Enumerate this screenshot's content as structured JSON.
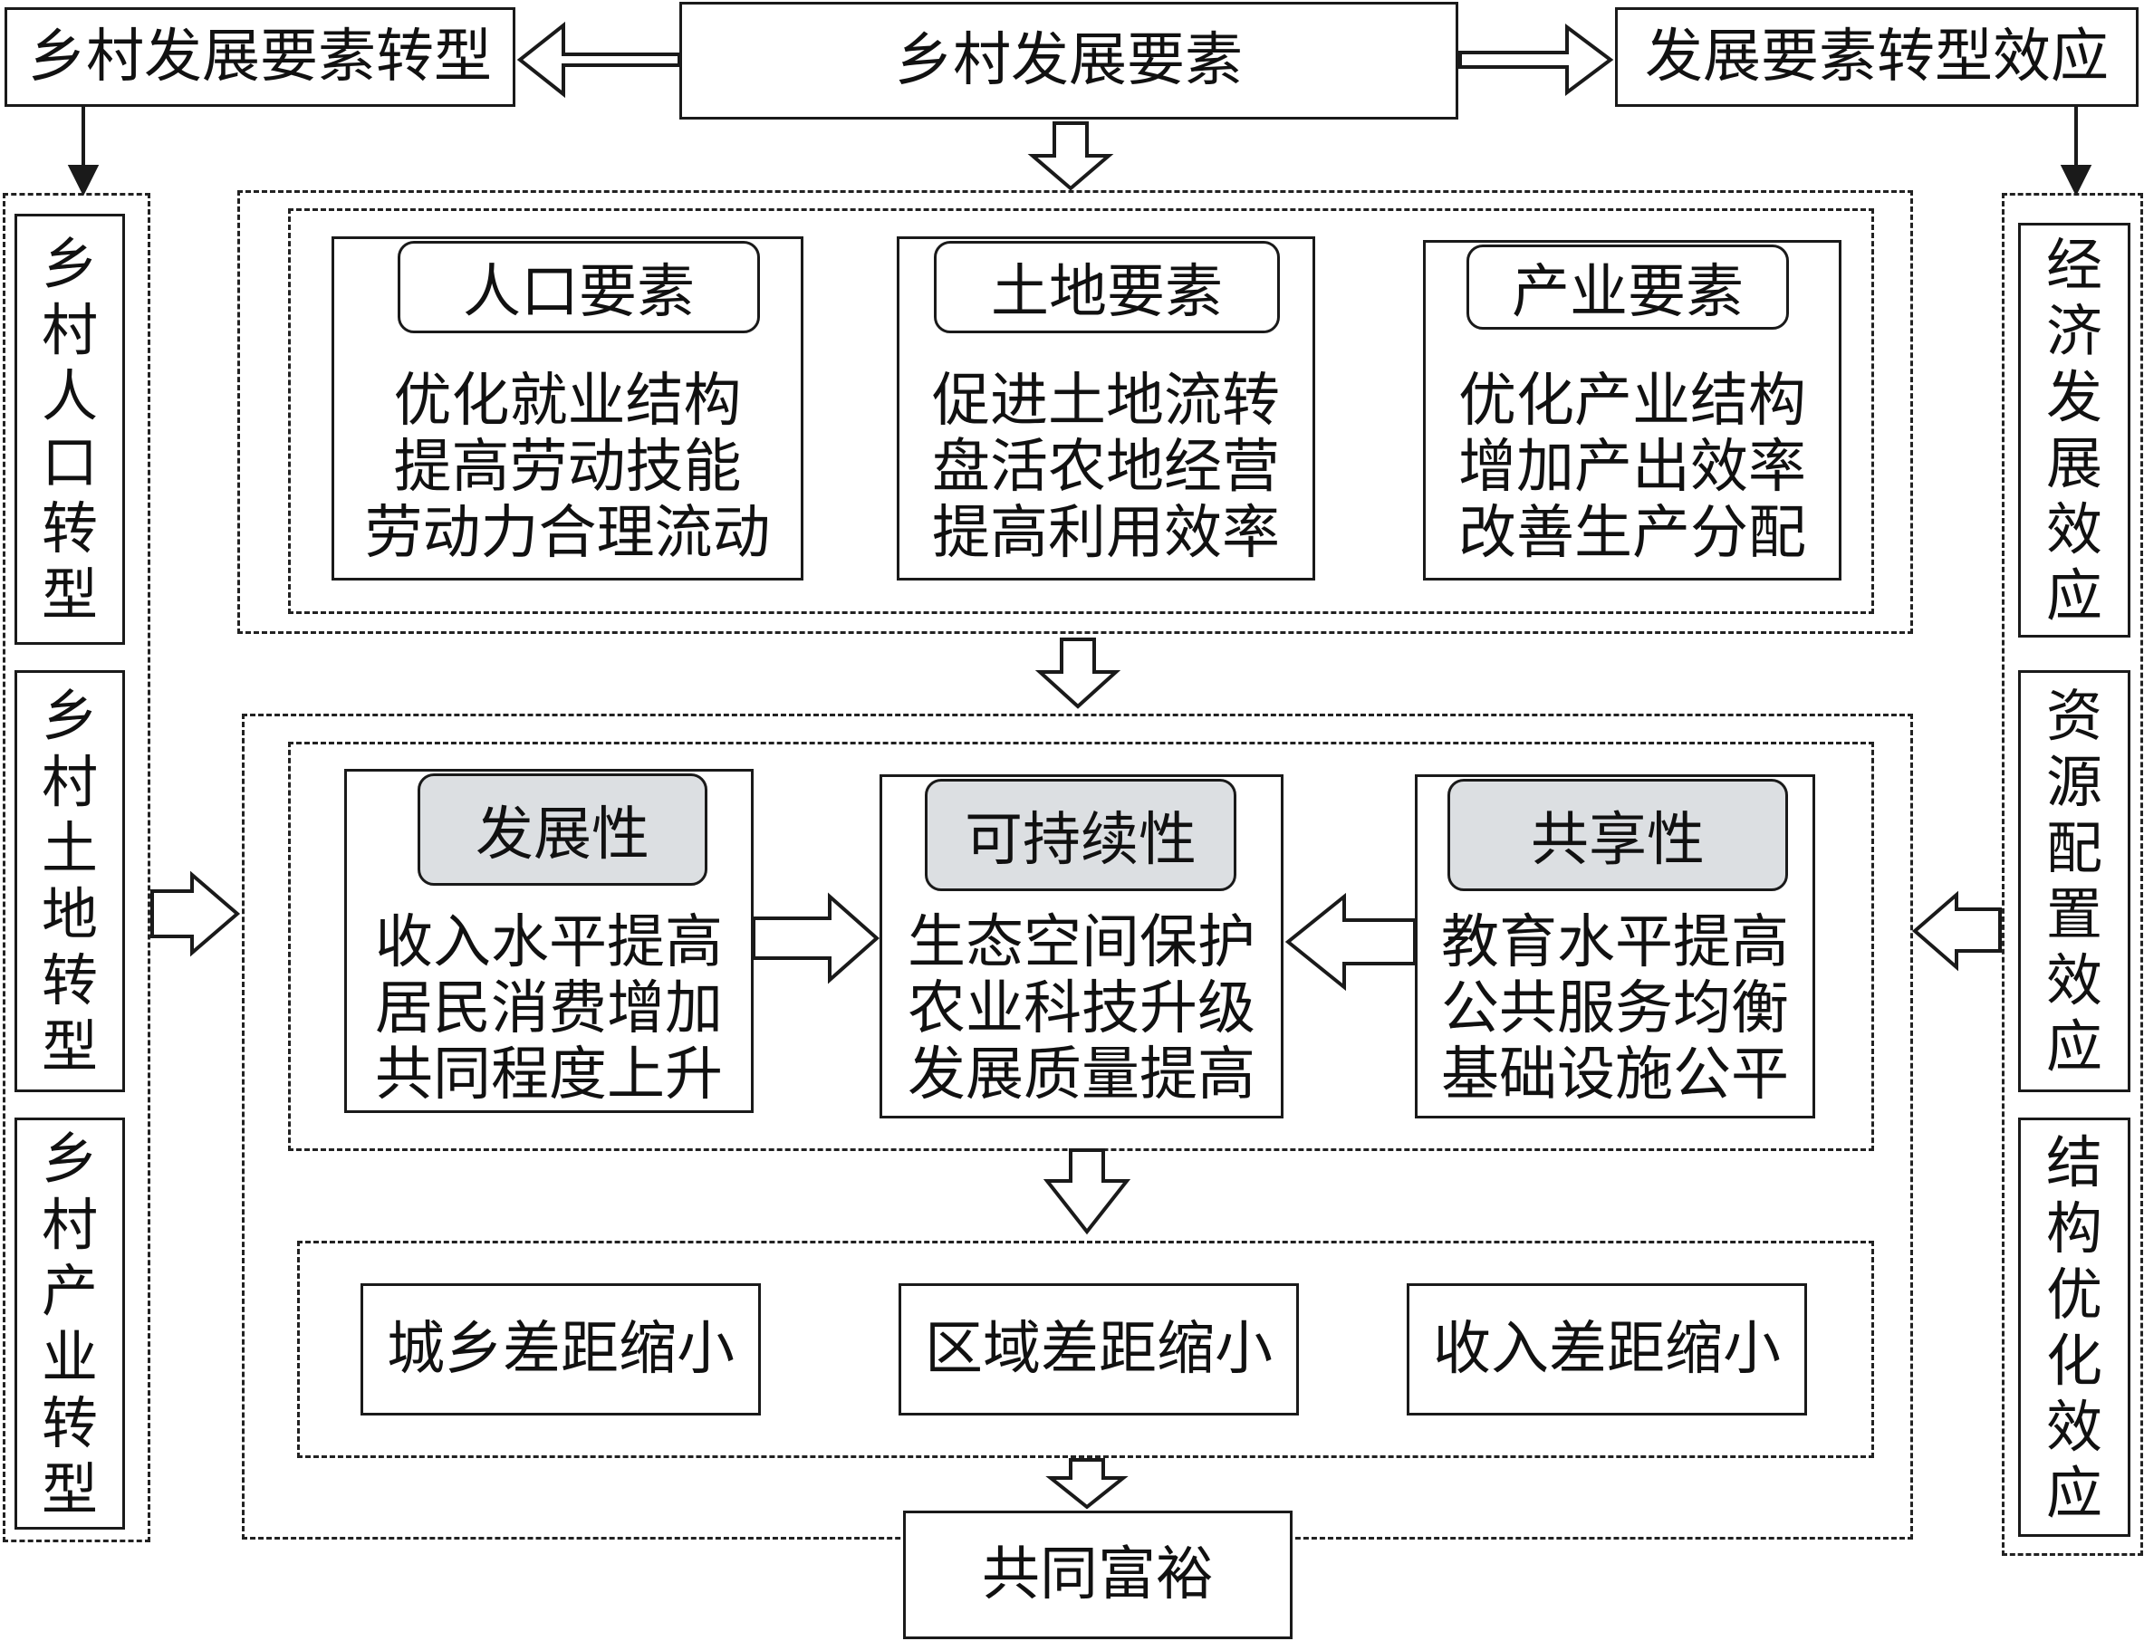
{
  "top": {
    "center_title": "乡村发展要素",
    "left_title": "乡村发展要素转型",
    "right_title": "发展要素转型效应"
  },
  "left_column": [
    "乡村人口转型",
    "乡村土地转型",
    "乡村产业转型"
  ],
  "right_column": [
    "经济发展效应",
    "资源配置效应",
    "结构优化效应"
  ],
  "elements": [
    {
      "title": "人口要素",
      "lines": [
        "优化就业结构",
        "提高劳动技能",
        "劳动力合理流动"
      ]
    },
    {
      "title": "土地要素",
      "lines": [
        "促进土地流转",
        "盘活农地经营",
        "提高利用效率"
      ]
    },
    {
      "title": "产业要素",
      "lines": [
        "优化产业结构",
        "增加产出效率",
        "改善生产分配"
      ]
    }
  ],
  "attributes": [
    {
      "title": "发展性",
      "lines": [
        "收入水平提高",
        "居民消费增加",
        "共同程度上升"
      ]
    },
    {
      "title": "可持续性",
      "lines": [
        "生态空间保护",
        "农业科技升级",
        "发展质量提高"
      ]
    },
    {
      "title": "共享性",
      "lines": [
        "教育水平提高",
        "公共服务均衡",
        "基础设施公平"
      ]
    }
  ],
  "gaps": [
    "城乡差距缩小",
    "区域差距缩小",
    "收入差距缩小"
  ],
  "goal": "共同富裕",
  "colors": {
    "line": "#1a1a1a",
    "tag_fill": "#dcdfe2",
    "background": "#ffffff"
  }
}
